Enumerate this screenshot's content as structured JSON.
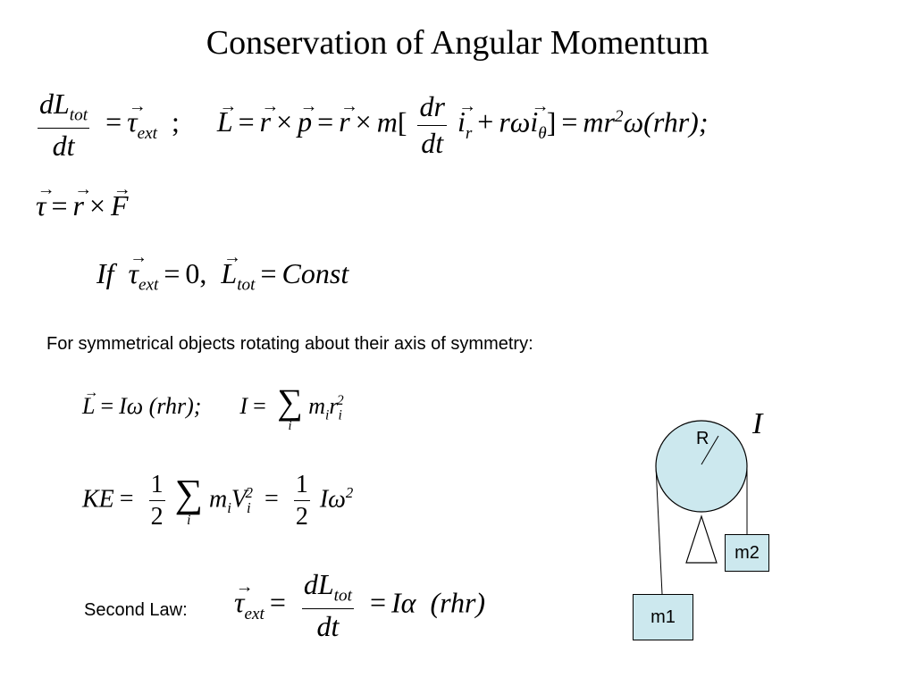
{
  "title": "Conservation of Angular Momentum",
  "eq1": {
    "dL": "dL",
    "tot": "tot",
    "dt": "dt",
    "tau": "τ",
    "ext": "ext",
    "semi": ";",
    "L": "L",
    "r": "r",
    "p": "p",
    "m": "m",
    "dr": "dr",
    "i": "i",
    "sub_r": "r",
    "sub_theta": "θ",
    "rw": "rω",
    "mr": "mr",
    "sq": "2",
    "omega": "ω",
    "rhr": "(rhr);"
  },
  "eq2": {
    "tau": "τ",
    "r": "r",
    "F": "F"
  },
  "eq3": {
    "if": "If",
    "tau": "τ",
    "ext": "ext",
    "zero": "0,",
    "L": "L",
    "tot": "tot",
    "const": "Const"
  },
  "text_symmetric": "For symmetrical objects rotating about their axis of symmetry:",
  "eq4": {
    "L": "L",
    "Iw": "Iω",
    "rhr": "(rhr);",
    "I": "I",
    "m": "m",
    "i": "i",
    "r": "r",
    "sq": "2",
    "sum": "∑"
  },
  "eq5": {
    "KE": "KE",
    "one": "1",
    "two": "2",
    "m": "m",
    "i": "i",
    "V": "V",
    "sq": "2",
    "sum": "∑",
    "Iw": "Iω"
  },
  "second_law_label": "Second Law:",
  "eq6": {
    "tau": "τ",
    "ext": "ext",
    "dL": "dL",
    "tot": "tot",
    "dt": "dt",
    "Ia": "Iα",
    "rhr": "(rhr)"
  },
  "diagram": {
    "inertia_label": "I",
    "radius_label": "R",
    "mass1": "m1",
    "mass2": "m2",
    "fill": "#cce8ee"
  }
}
